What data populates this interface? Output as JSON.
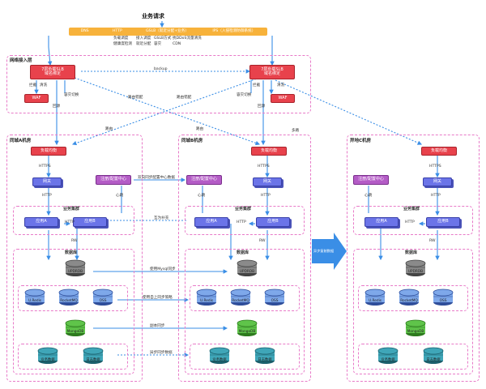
{
  "title": "业务请求",
  "top_bar": {
    "items": [
      "DNS",
      "HTTP",
      "GSLB（就近分配+业务）",
      "IPS（入侵检测防御系统）"
    ],
    "notes": [
      "负载调度",
      "健康度检测",
      "接入调度",
      "就近分配",
      "GSLB方式",
      "接入调度",
      "容灾",
      "就近分配",
      "抗DDoS流量清洗",
      "CDN"
    ]
  },
  "network_zone": {
    "label": "网络接入层",
    "slb_left": "7层负载SLB\n域名绑定",
    "slb_right": "7层负载SLB\n域名绑定",
    "waf": "WAF",
    "backup": "backup",
    "filter": "拦截",
    "clean": "清洗",
    "return": "回源",
    "fallback": "容灾切换",
    "mismatch": "路由错配",
    "route": "路由",
    "multi": "多路"
  },
  "rooms": [
    {
      "label": "同城A机房",
      "lb": "负载均衡",
      "gateway": "网关",
      "config": "注册/配置中心",
      "cluster": "业务集群",
      "app1": "应用A",
      "app2": "应用B",
      "db_zone": "数据库",
      "updb": "UPDRDB",
      "cache": [
        "U.Redis",
        "RocketMQ",
        "OSS"
      ],
      "mongo": "MongoDB",
      "storage": [
        "业务数据",
        "日志数据"
      ]
    },
    {
      "label": "同城B机房",
      "lb": "负载均衡",
      "gateway": "网关",
      "config": "注册/配置中心",
      "cluster": "业务集群",
      "app1": "应用A",
      "app2": "应用B",
      "db_zone": "数据库",
      "updb": "UPDRDB",
      "cache": [
        "U.Redis",
        "RocketMQ",
        "OSS"
      ],
      "mongo": "MongoDB",
      "storage": [
        "业务数据",
        "日志数据"
      ]
    },
    {
      "label": "异地C机房",
      "lb": "负载均衡",
      "gateway": "网关",
      "config": "注册/配置中心",
      "cluster": "业务集群",
      "app1": "应用A",
      "app2": "应用B",
      "db_zone": "数据库",
      "updb": "UPDRDB",
      "cache": [
        "U.Redis",
        "RocketMQ",
        "OSS"
      ],
      "mongo": "MongoDB",
      "storage": [
        "业务数据",
        "日志数据"
      ]
    }
  ],
  "link_labels": {
    "https": "HTTPS",
    "http": "HTTP",
    "rw": "RW",
    "heartbeat": "心跳",
    "config_sync": "双向同步配置中心数据",
    "mutual": "互为补充",
    "mysql_sync": "使用Mysql同步",
    "sync_tool": "使用自上同步策略",
    "replica": "副本同步",
    "async_copy": "异步复制数据",
    "async_sync": "异步同步数据"
  },
  "colors": {
    "red": "#e8424c",
    "blue": "#6b74e8",
    "purple": "#b45cc6",
    "top_bar": "#f7b23b",
    "zone_border": "#e87ac8",
    "arrow": "#3a8ee6"
  }
}
